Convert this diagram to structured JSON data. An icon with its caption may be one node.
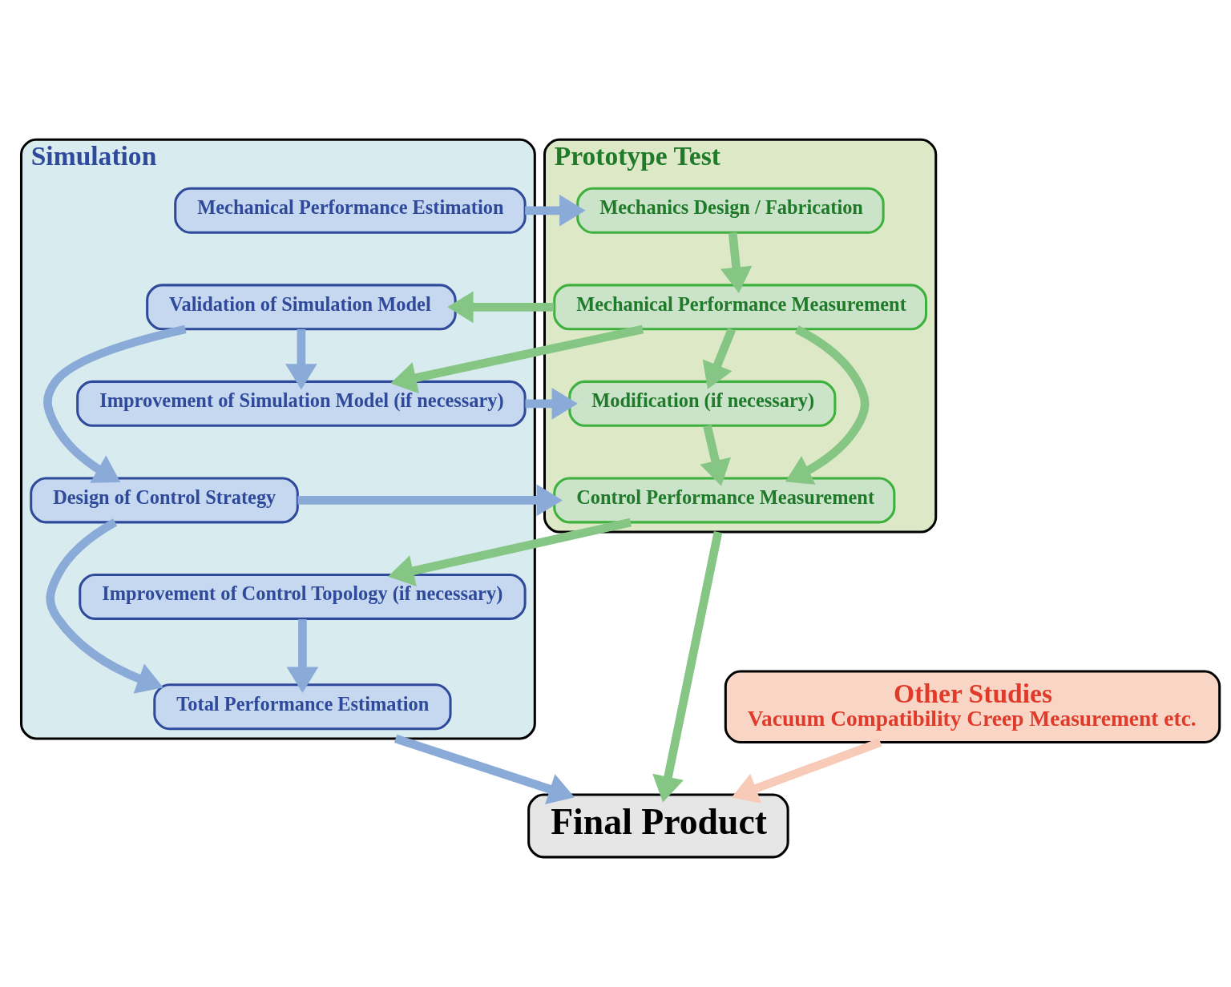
{
  "diagram": {
    "nodes": [
      {
        "text": [
          "Simulation"
        ]
      },
      {
        "text": [
          "Mechanical Performance Estimation"
        ],
        "in": 0
      },
      {
        "text": [
          "Validation of Simulation Model"
        ],
        "in": 0
      },
      {
        "text": [
          "Improvement of Simulation Model (if necessary)"
        ],
        "in": 0
      },
      {
        "text": [
          "Design of Control Strategy"
        ],
        "in": 0
      },
      {
        "text": [
          "Improvement of Control Topology (if necessary)"
        ],
        "in": 0
      },
      {
        "text": [
          "Total Performance Estimation"
        ],
        "in": 0
      },
      {
        "text": [
          "Prototype Test"
        ]
      },
      {
        "text": [
          "Mechanics Design / Fabrication"
        ],
        "in": 7
      },
      {
        "text": [
          "Mechanical Performance Measurement"
        ],
        "in": 7
      },
      {
        "text": [
          "Modification (if necessary)"
        ],
        "in": 7
      },
      {
        "text": [
          "Control Performance Measurement"
        ],
        "in": 7
      },
      {
        "text": [
          "Other Studies",
          "Vacuum Compatibility Creep Measurement etc."
        ]
      },
      {
        "text": [
          "Final Product"
        ]
      }
    ],
    "edges": [
      {
        "from": 1,
        "to": 8,
        "arrow": "to",
        "color": "#8aaad8"
      },
      {
        "from": 8,
        "to": 9,
        "arrow": "to",
        "color": "#85c685"
      },
      {
        "from": 9,
        "to": 2,
        "arrow": "to",
        "color": "#85c685"
      },
      {
        "from": 2,
        "to": 3,
        "arrow": "to",
        "color": "#8aaad8"
      },
      {
        "from": 9,
        "to": 3,
        "arrow": "to",
        "color": "#85c685"
      },
      {
        "from": 2,
        "to": 4,
        "arrow": "to",
        "color": "#8aaad8"
      },
      {
        "from": 3,
        "to": 10,
        "arrow": "to",
        "color": "#8aaad8"
      },
      {
        "from": 9,
        "to": 10,
        "arrow": "to",
        "color": "#85c685"
      },
      {
        "from": 9,
        "to": 11,
        "arrow": "to",
        "color": "#85c685"
      },
      {
        "from": 10,
        "to": 11,
        "arrow": "to",
        "color": "#85c685"
      },
      {
        "from": 4,
        "to": 11,
        "arrow": "to",
        "color": "#8aaad8"
      },
      {
        "from": 11,
        "to": 5,
        "arrow": "to",
        "color": "#85c685"
      },
      {
        "from": 4,
        "to": 6,
        "arrow": "to",
        "color": "#8aaad8"
      },
      {
        "from": 5,
        "to": 6,
        "arrow": "to",
        "color": "#8aaad8"
      },
      {
        "from": 7,
        "to": 13,
        "arrow": "to",
        "color": "#85c685"
      },
      {
        "from": 0,
        "to": 13,
        "arrow": "to",
        "color": "#8aaad8"
      },
      {
        "from": 12,
        "to": 13,
        "arrow": "to",
        "color": "#f8cbb8"
      }
    ]
  }
}
